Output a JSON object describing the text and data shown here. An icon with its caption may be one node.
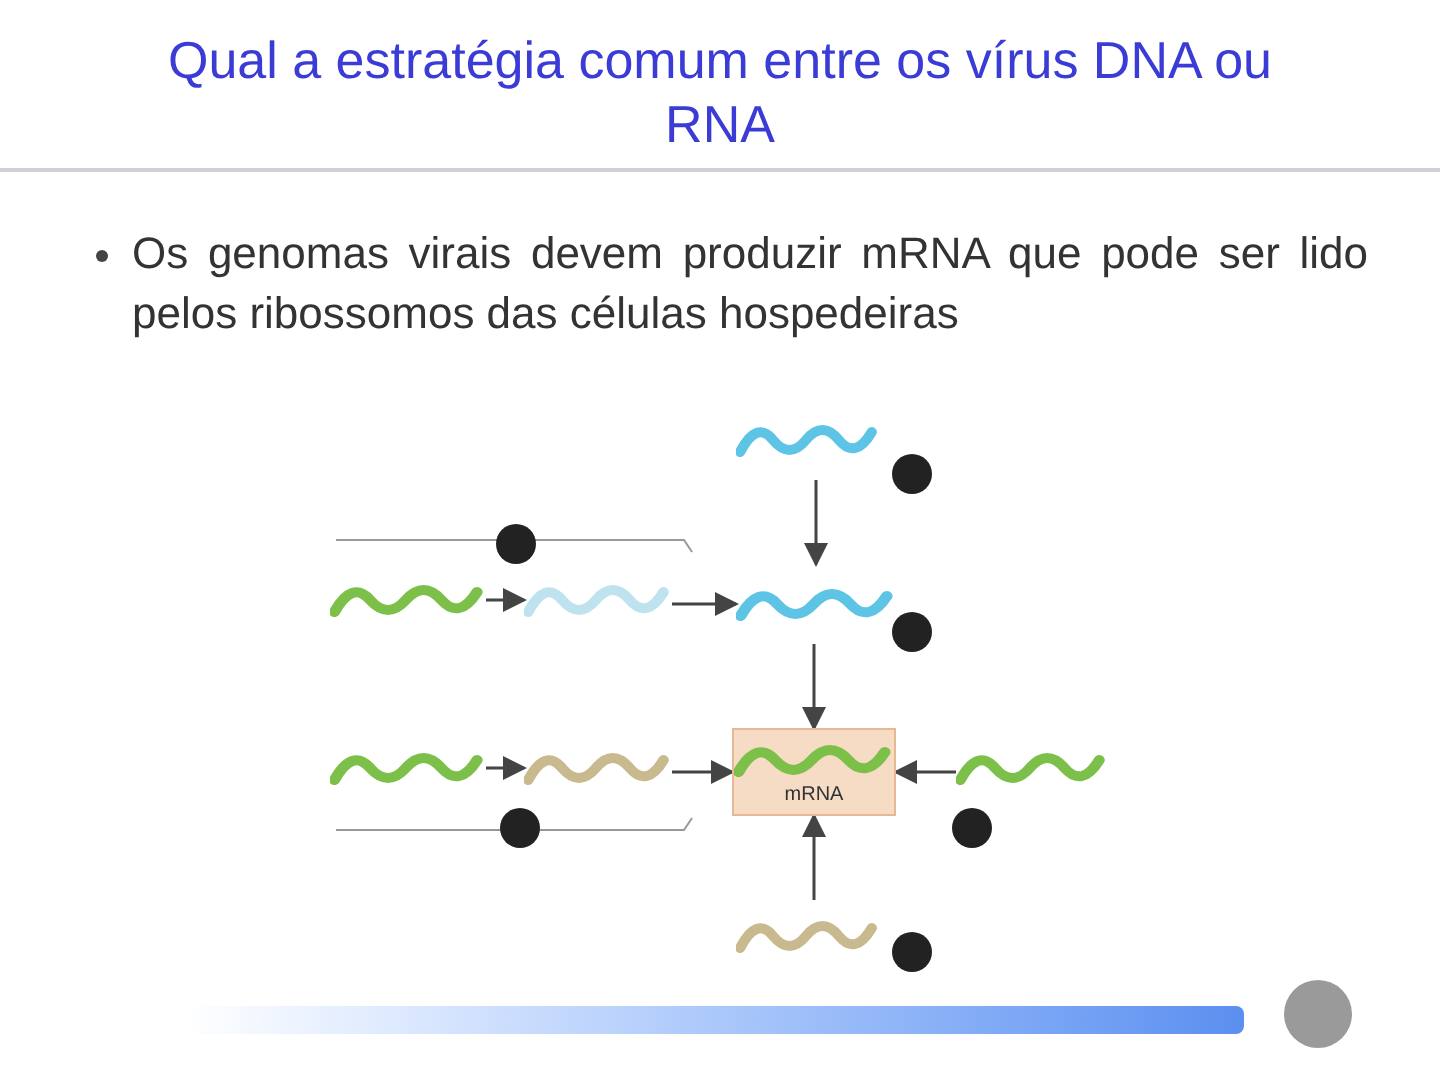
{
  "diagram": {
    "title": "Qual a estratégia comum entre os vírus DNA ou RNA",
    "nodes": [
      {
        "text": [],
        "shape": "picture"
      },
      {
        "text": [],
        "shape": "picture"
      },
      {
        "text": [],
        "shape": "picture"
      },
      {
        "text": [],
        "shape": "picture"
      },
      {
        "text": [],
        "shape": "picture"
      },
      {
        "text": [],
        "shape": "picture"
      },
      {
        "text": [
          "mRNA"
        ]
      },
      {
        "text": [],
        "shape": "picture"
      },
      {
        "text": [],
        "shape": "picture"
      }
    ],
    "edges": [
      {
        "from": 0,
        "to": 3,
        "arrow": "to"
      },
      {
        "from": 1,
        "to": 2,
        "arrow": "to"
      },
      {
        "from": 2,
        "to": 3,
        "arrow": "to"
      },
      {
        "from": 3,
        "to": 6,
        "arrow": "to"
      },
      {
        "from": 4,
        "to": 5,
        "arrow": "to"
      },
      {
        "from": 5,
        "to": 6,
        "arrow": "to"
      },
      {
        "from": 7,
        "to": 6,
        "arrow": "to"
      },
      {
        "from": 8,
        "to": 6,
        "arrow": "to"
      }
    ],
    "labels": [
      "Os genomas virais devem produzir mRNA que pode ser lido pelos ribossomos das células hospedeiras"
    ]
  }
}
